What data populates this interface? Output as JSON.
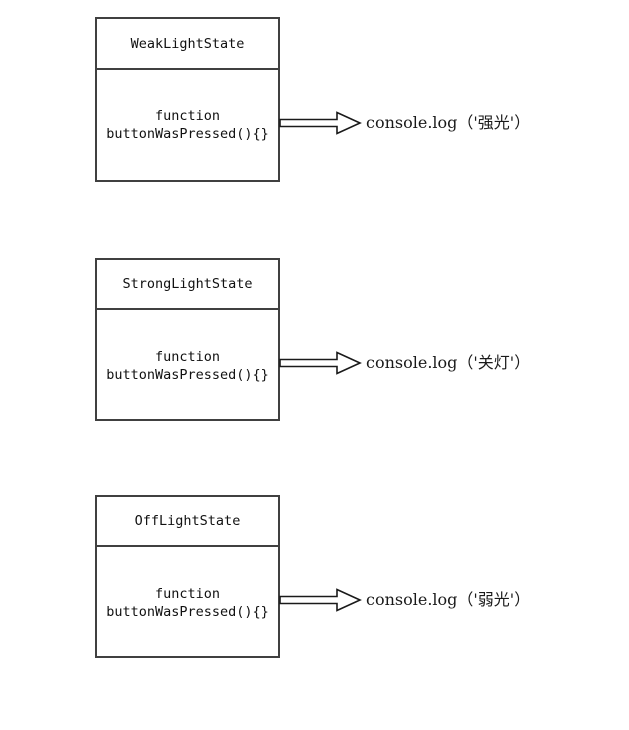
{
  "diagram": {
    "title": "Light state classes with button press handlers",
    "type": "uml-class-diagram",
    "background_color": "#ffffff",
    "box_border_color": "#404040",
    "arrow_color": "#1a1a1a",
    "text_color": "#111111"
  },
  "states": [
    {
      "class_name": "WeakLightState",
      "method_keyword": "function",
      "method_signature": "buttonWasPressed(){}",
      "output": {
        "call": "console.log",
        "argument": "（'强光'）",
        "full": "console.log （'强光'）"
      }
    },
    {
      "class_name": "StrongLightState",
      "method_keyword": "function",
      "method_signature": "buttonWasPressed(){}",
      "output": {
        "call": "console.log",
        "argument": "（'关灯'）",
        "full": "console.log （'关灯'）"
      }
    },
    {
      "class_name": "OffLightState",
      "method_keyword": "function",
      "method_signature": "buttonWasPressed(){}",
      "output": {
        "call": "console.log",
        "argument": "（'弱光'）",
        "full": "console.log （'弱光'）"
      }
    }
  ]
}
